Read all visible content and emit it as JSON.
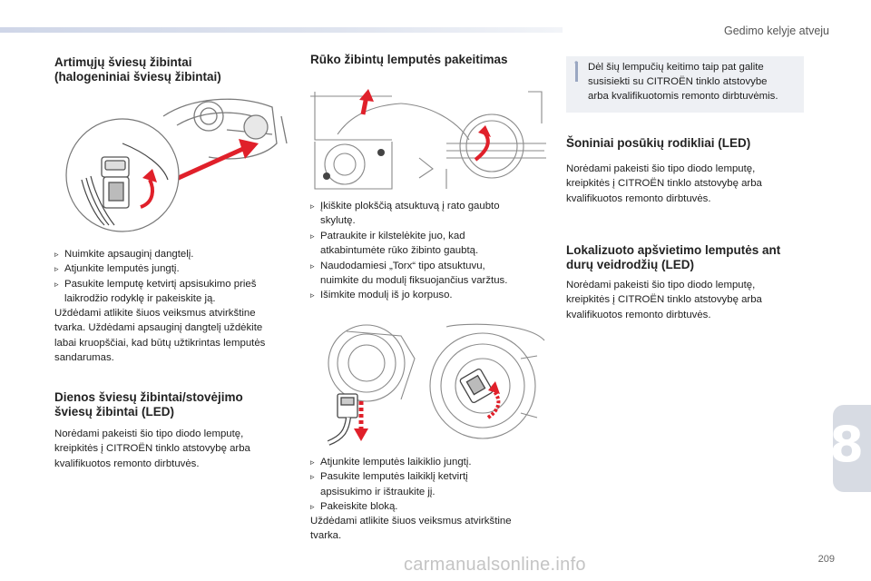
{
  "header": {
    "chapter_title": "Gedimo kelyje atveju"
  },
  "chapter": {
    "number": "8"
  },
  "footer": {
    "page_number": "209",
    "watermark": "carmanualsonline.info"
  },
  "col1": {
    "section1_title_l1": "Artimųjų šviesų žibintai",
    "section1_title_l2": "(halogeniniai šviesų žibintai)",
    "section1_steps": [
      "Nuimkite apsauginį dangtelį.",
      "Atjunkite lemputės jungtį.",
      "Pasukite lemputę ketvirtį apsisukimo prieš",
      "laikrodžio rodyklę ir pakeiskite ją."
    ],
    "section1_para": [
      "Uždėdami atlikite šiuos veiksmus atvirkštine",
      "tvarka. Uždėdami apsauginį dangtelį uždėkite",
      "labai kruopščiai, kad būtų užtikrintas lemputės",
      "sandarumas."
    ],
    "section2_title_l1": "Dienos šviesų žibintai/stovėjimo",
    "section2_title_l2": "šviesų žibintai (LED)",
    "section2_para": [
      "Norėdami pakeisti šio tipo diodo lemputę,",
      "kreipkitės į CITROËN tinklo atstovybę arba",
      "kvalifikuotos remonto dirbtuvės."
    ]
  },
  "col2": {
    "section_title": "Rūko žibintų lemputės pakeitimas",
    "steps_a": [
      "Įkiškite plokščią atsuktuvą į rato gaubto",
      "skylutę.",
      "Patraukite ir kilstelėkite juo, kad",
      "atkabintumėte rūko žibinto gaubtą.",
      "Naudodamiesi „Torx“ tipo atsuktuvu,",
      "nuimkite du modulį fiksuojančius varžtus.",
      "Išimkite modulį iš jo korpuso."
    ],
    "steps_b": [
      "Atjunkite lemputės laikiklio jungtį.",
      "Pasukite lemputės laikiklį ketvirtį",
      "apsisukimo ir ištraukite jį.",
      "Pakeiskite bloką."
    ],
    "para_b": [
      "Uždėdami atlikite šiuos veiksmus atvirkštine",
      "tvarka."
    ]
  },
  "col3": {
    "note_lines": [
      "Dėl šių lempučių keitimo taip pat galite",
      "susisiekti su CITROËN tinklo atstovybe",
      "arba kvalifikuotomis remonto dirbtuvėmis."
    ],
    "section1_title": "Šoniniai posūkių rodikliai (LED)",
    "section1_para": [
      "Norėdami pakeisti šio tipo diodo lemputę,",
      "kreipkitės į CITROËN tinklo atstovybę arba",
      "kvalifikuotos remonto dirbtuvės."
    ],
    "section2_title_l1": "Lokalizuoto apšvietimo lemputės ant",
    "section2_title_l2": "durų veidrodžių (LED)",
    "section2_para": [
      "Norėdami pakeisti šio tipo diodo lemputę,",
      "kreipkitės į CITROËN tinklo atstovybę arba",
      "kvalifikuotos remonto dirbtuvės."
    ]
  },
  "style": {
    "accent_red": "#e0202a",
    "note_bg": "#eef0f4",
    "header_bar": "#cfd6e8"
  }
}
